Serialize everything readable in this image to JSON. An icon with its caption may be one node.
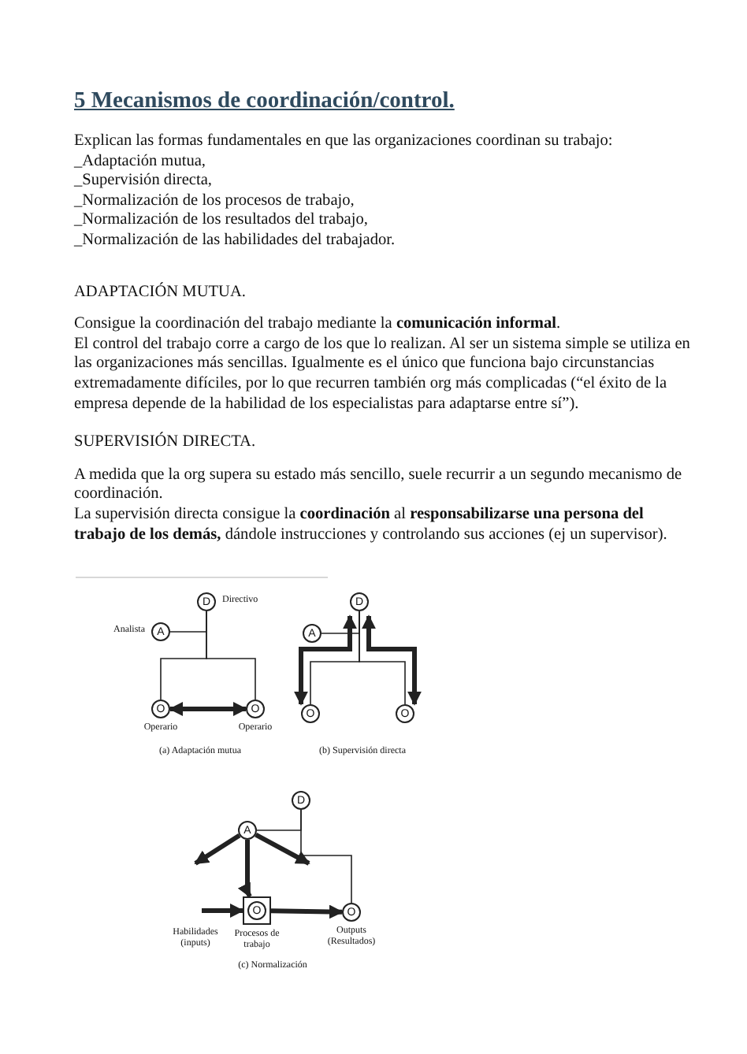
{
  "diagram": {
    "title": "5 Mecanismos de coordinación/control.",
    "nodes": [
      {
        "text": [
          "D"
        ],
        "beside": [
          "Directivo"
        ]
      },
      {
        "text": [
          "A"
        ],
        "beside": [
          "Analista"
        ]
      },
      {
        "text": [
          "O"
        ],
        "beside": [
          "Operario"
        ]
      },
      {
        "text": [
          "O"
        ],
        "beside": [
          "Operario"
        ]
      },
      {
        "text": [
          "D"
        ]
      },
      {
        "text": [
          "A"
        ]
      },
      {
        "text": [
          "O"
        ]
      },
      {
        "text": [
          "O"
        ]
      },
      {
        "text": [
          "D"
        ]
      },
      {
        "text": [
          "A"
        ]
      },
      {
        "text": [
          "O"
        ],
        "beside": [
          "Procesos de trabajo"
        ]
      },
      {
        "text": [
          "O"
        ],
        "beside": [
          "Outputs (Resultados)"
        ]
      }
    ],
    "edges": [
      {
        "from": 0,
        "to": 2,
        "arrow": "none"
      },
      {
        "from": 0,
        "to": 3,
        "arrow": "none"
      },
      {
        "from": 1,
        "to": 0,
        "arrow": "none"
      },
      {
        "from": 2,
        "to": 3,
        "arrow": "both",
        "style": "thick"
      },
      {
        "from": 4,
        "to": 6,
        "arrow": "none"
      },
      {
        "from": 4,
        "to": 7,
        "arrow": "none"
      },
      {
        "from": 5,
        "to": 4,
        "arrow": "none"
      },
      {
        "from": 4,
        "to": 6,
        "arrow": "both",
        "style": "thick"
      },
      {
        "from": 4,
        "to": 7,
        "arrow": "both",
        "style": "thick"
      },
      {
        "from": 9,
        "to": 8,
        "arrow": "none"
      },
      {
        "from": 8,
        "to": 11,
        "arrow": "none"
      },
      {
        "from": 9,
        "to": null,
        "arrow": "to",
        "style": "thick"
      },
      {
        "from": 9,
        "to": 10,
        "arrow": "to",
        "style": "thick"
      },
      {
        "from": 9,
        "to": null,
        "arrow": "to",
        "style": "thick"
      },
      {
        "from": null,
        "to": 10,
        "arrow": "to",
        "style": "thick"
      },
      {
        "from": 10,
        "to": 11,
        "arrow": "to",
        "style": "thick"
      }
    ],
    "labels": [
      "Explican las formas fundamentales en que las organizaciones coordinan su trabajo:",
      "_Adaptación mutua,",
      "_Supervisión directa,",
      "_Normalización de los procesos de trabajo,",
      "_Normalización de los resultados del trabajo,",
      "_Normalización de las habilidades del trabajador.",
      "ADAPTACIÓN MUTUA.",
      "Consigue la coordinación del trabajo mediante la **comunicación informal**.",
      "El control del trabajo corre a cargo de los que lo realizan. Al ser un sistema simple se utiliza en las organizaciones más sencillas. Igualmente es el único que funciona bajo circunstancias extremadamente difíciles, por lo que recurren también org más complicadas (“el éxito de la empresa depende de la habilidad de los especialistas para adaptarse entre sí”).",
      "SUPERVISIÓN DIRECTA.",
      "A medida que la org supera su estado más sencillo, suele recurrir a un segundo mecanismo de coordinación.",
      "La supervisión directa consigue la **coordinación** al **responsabilizarse una persona del trabajo de los demás,** dándole instrucciones y controlando sus acciones (ej un supervisor).",
      "(a) Adaptación mutua",
      "(b) Supervisión directa",
      "(c) Normalización",
      "Habilidades (inputs)"
    ]
  }
}
